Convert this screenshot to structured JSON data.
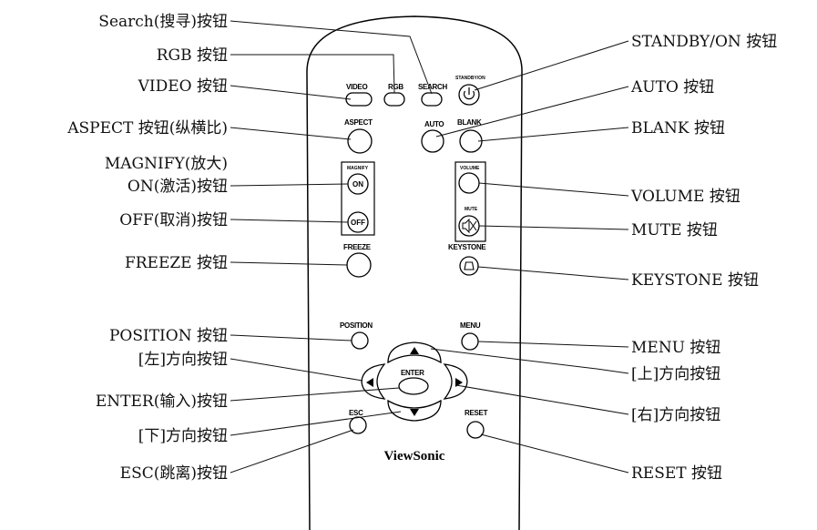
{
  "brand": "ViewSonic",
  "buttons": {
    "video": "VIDEO",
    "rgb": "RGB",
    "search": "SEARCH",
    "standby": "STANDBY/ON",
    "aspect": "ASPECT",
    "auto": "AUTO",
    "blank": "BLANK",
    "magnify": "MAGNIFY",
    "on": "ON",
    "off": "OFF",
    "volume": "VOLUME",
    "mute": "MUTE",
    "freeze": "FREEZE",
    "keystone": "KEYSTONE",
    "position": "POSITION",
    "menu": "MENU",
    "enter": "ENTER",
    "esc": "ESC",
    "reset": "RESET"
  },
  "callouts": {
    "search": "Search(搜寻)按钮",
    "rgb": "RGB 按钮",
    "video": "VIDEO 按钮",
    "aspect": "ASPECT 按钮(纵横比)",
    "magnify": "MAGNIFY(放大)",
    "magnify_on": "ON(激活)按钮",
    "magnify_off": "OFF(取消)按钮",
    "freeze": "FREEZE 按钮",
    "position": "POSITION 按钮",
    "left": "[左]方向按钮",
    "enter": "ENTER(输入)按钮",
    "down": "[下]方向按钮",
    "esc": "ESC(跳离)按钮",
    "standby": "STANDBY/ON 按钮",
    "auto": "AUTO 按钮",
    "blank": "BLANK 按钮",
    "volume": "VOLUME 按钮",
    "mute": "MUTE 按钮",
    "keystone": "KEYSTONE 按钮",
    "menu": "MENU 按钮",
    "up": "[上]方向按钮",
    "right": "[右]方向按钮",
    "reset": "RESET 按钮"
  }
}
